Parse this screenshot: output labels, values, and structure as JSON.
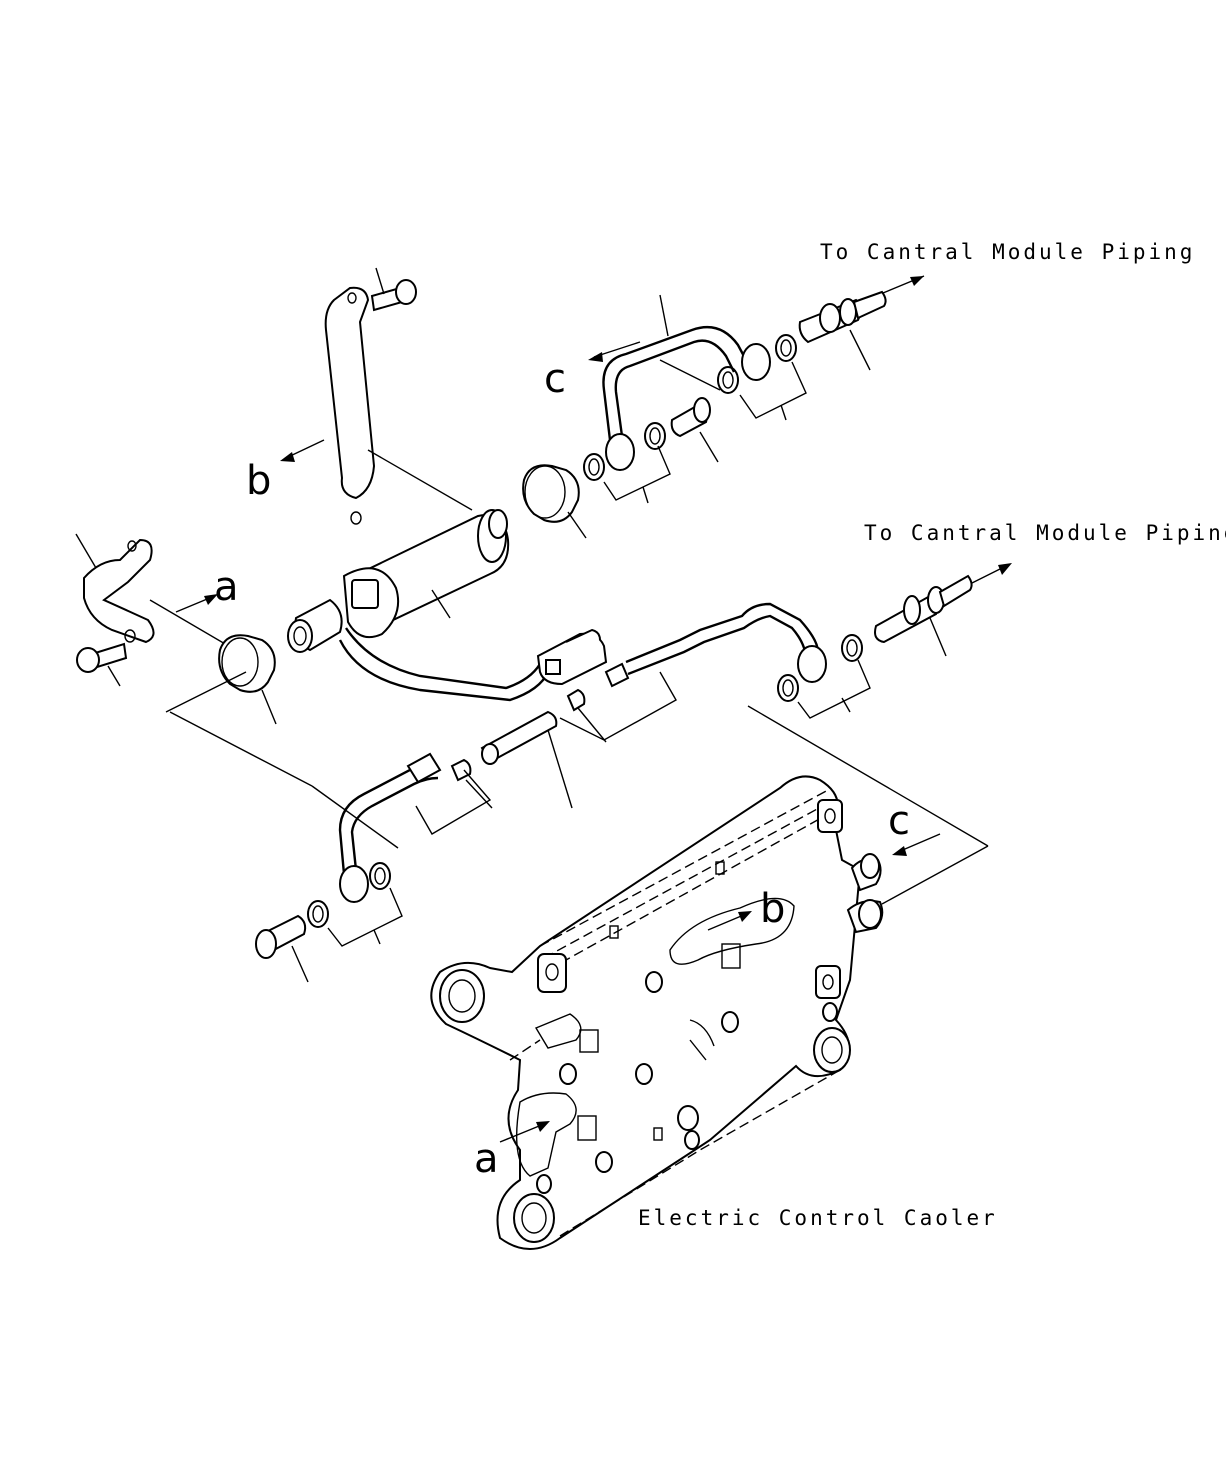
{
  "labels": {
    "to_control_module_top": "To Cantral Module Piping",
    "to_control_module_mid": "To Cantral Module Piping",
    "electric_control_cooler": "Electric Control Caoler"
  },
  "reference_letters": {
    "a_left": "a",
    "b_left": "b",
    "c_left": "c",
    "c_right": "c",
    "b_cooler": "b",
    "a_cooler": "a"
  }
}
